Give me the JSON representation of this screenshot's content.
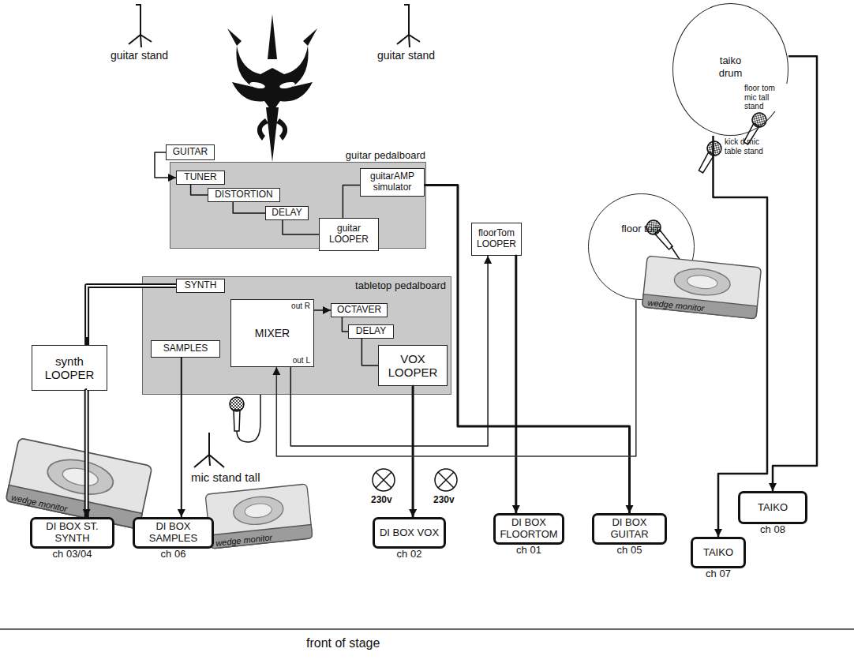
{
  "diagram": {
    "nodes": [
      {
        "text": [
          "guitar pedalboard"
        ]
      },
      {
        "text": [
          "TUNER"
        ],
        "in": 0
      },
      {
        "text": [
          "DISTORTION"
        ],
        "in": 0
      },
      {
        "text": [
          "DELAY"
        ],
        "in": 0
      },
      {
        "text": [
          "guitar LOOPER"
        ],
        "in": 0
      },
      {
        "text": [
          "guitarAMP simulator"
        ],
        "in": 0
      },
      {
        "text": [
          "GUITAR"
        ]
      },
      {
        "text": [
          "floorTom LOOPER"
        ]
      },
      {
        "text": [
          "floor tom"
        ]
      },
      {
        "text": [
          "taiko drum"
        ]
      },
      {
        "text": [
          "tabletop pedalboard"
        ]
      },
      {
        "text": [
          "SYNTH"
        ],
        "in": 10
      },
      {
        "text": [
          "SAMPLES"
        ],
        "in": 10
      },
      {
        "text": [
          "MIXER",
          "out R",
          "out L"
        ],
        "in": 10
      },
      {
        "text": [
          "OCTAVER"
        ],
        "in": 10
      },
      {
        "text": [
          "DELAY"
        ],
        "in": 10
      },
      {
        "text": [
          "VOX LOOPER"
        ],
        "in": 10
      },
      {
        "text": [
          "synth LOOPER"
        ]
      },
      {
        "text": [
          "wedge monitor"
        ]
      },
      {
        "text": [
          "wedge monitor"
        ]
      },
      {
        "text": [
          "wedge monitor"
        ]
      },
      {
        "text": [
          "DI BOX ST. SYNTH",
          "ch 03/04"
        ]
      },
      {
        "text": [
          "DI BOX SAMPLES",
          "ch 06"
        ]
      },
      {
        "text": [
          "DI BOX VOX",
          "ch 02"
        ]
      },
      {
        "text": [
          "DI BOX FLOORTOM",
          "ch 01"
        ]
      },
      {
        "text": [
          "DI BOX GUITAR",
          "ch 05"
        ]
      },
      {
        "text": [
          "TAIKO",
          "ch 07"
        ]
      },
      {
        "text": [
          "TAIKO",
          "ch 08"
        ]
      }
    ],
    "edges": [
      {
        "from": 6,
        "to": 1,
        "arrow": "to"
      },
      {
        "from": 1,
        "to": 2,
        "arrow": "none"
      },
      {
        "from": 2,
        "to": 3,
        "arrow": "none"
      },
      {
        "from": 3,
        "to": 4,
        "arrow": "none"
      },
      {
        "from": 4,
        "to": 5,
        "arrow": "none"
      },
      {
        "from": 5,
        "to": 25,
        "arrow": "to"
      },
      {
        "from": 11,
        "to": 17,
        "arrow": "none"
      },
      {
        "from": 17,
        "to": 21,
        "arrow": "to"
      },
      {
        "from": 12,
        "to": 22,
        "arrow": "to"
      },
      {
        "from": 13,
        "to": 14,
        "arrow": "to"
      },
      {
        "from": 14,
        "to": 15,
        "arrow": "none"
      },
      {
        "from": 15,
        "to": 16,
        "arrow": "none"
      },
      {
        "from": 16,
        "to": 23,
        "arrow": "to"
      },
      {
        "from": 13,
        "to": 7,
        "arrow": "to"
      },
      {
        "from": 7,
        "to": 24,
        "arrow": "to"
      },
      {
        "from": 8,
        "to": 13,
        "arrow": "to"
      },
      {
        "from": 9,
        "to": 26,
        "arrow": "to"
      },
      {
        "from": 9,
        "to": 27,
        "arrow": "to"
      }
    ],
    "labels": [
      "guitar stand",
      "guitar stand",
      "mic stand tall",
      "230v",
      "230v",
      "kick d mic table stand",
      "floor tom mic tall stand",
      "front of stage"
    ]
  }
}
